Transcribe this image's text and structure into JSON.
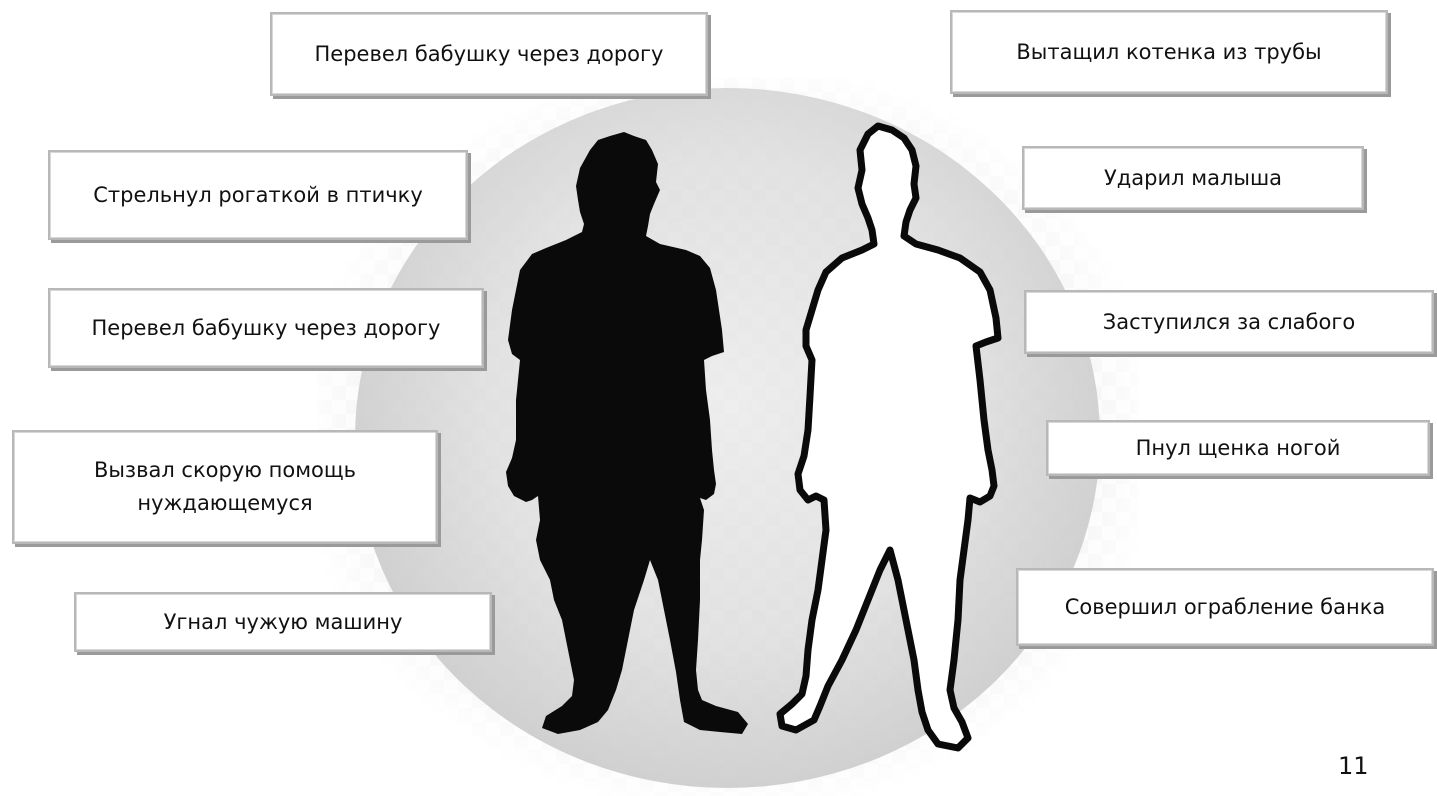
{
  "left_column": [
    "Перевел бабушку через дорогу",
    "Стрельнул рогаткой в птичку",
    "Перевел бабушку через дорогу",
    "Вызвал скорую помощь нуждающемуся",
    "Угнал чужую машину"
  ],
  "right_column": [
    "Вытащил котенка из трубы",
    "Ударил малыша",
    "Заступился за слабого",
    "Пнул щенка ногой",
    "Совершил ограбление банка"
  ],
  "page_number": "11",
  "colors": {
    "dark_figure": "#0a0a0a",
    "light_figure_fill": "#ffffff",
    "light_figure_outline": "#0a0a0a"
  },
  "icons": {
    "dark_figure": "dark-silhouette-figure",
    "light_figure": "white-outline-silhouette-figure"
  }
}
